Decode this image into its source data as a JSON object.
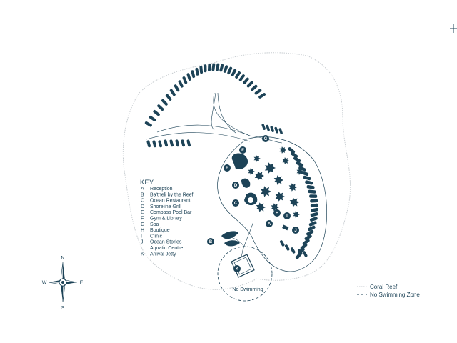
{
  "colors": {
    "primary": "#1d4357",
    "reef": "#c8cdd1",
    "background": "#ffffff"
  },
  "key": {
    "title": "KEY",
    "items": [
      {
        "letter": "A",
        "label": "Reception"
      },
      {
        "letter": "B",
        "label": "Ba'theli by the Reef"
      },
      {
        "letter": "C",
        "label": "Ocean Restaurant"
      },
      {
        "letter": "D",
        "label": "Shoreline Grill"
      },
      {
        "letter": "E",
        "label": "Compass Pool Bar"
      },
      {
        "letter": "F",
        "label": "Gym & Library"
      },
      {
        "letter": "G",
        "label": "Spa"
      },
      {
        "letter": "H",
        "label": "Boutique"
      },
      {
        "letter": "I",
        "label": "Clinic"
      },
      {
        "letter": "J",
        "label": "Ocean Stories Aquatic Centre",
        "line1": "Ocean Stories",
        "line2": "Aquatic Centre"
      },
      {
        "letter": "K",
        "label": "Arrival Jetty"
      }
    ]
  },
  "compass": {
    "n": "N",
    "s": "S",
    "e": "E",
    "w": "W"
  },
  "legend": {
    "coral_reef": "Coral Reef",
    "no_swimming": "No Swimming Zone"
  },
  "no_swimming_label": "No Swimming",
  "markers": {
    "a": "A",
    "b": "B",
    "c": "C",
    "d": "D",
    "e": "E",
    "f": "F",
    "g": "G",
    "h": "H",
    "i": "I",
    "j": "J",
    "k": "K"
  },
  "icons": {
    "compass": "compass-rose-icon",
    "villa": "villa-icon",
    "tree": "palm-tree-icon"
  }
}
